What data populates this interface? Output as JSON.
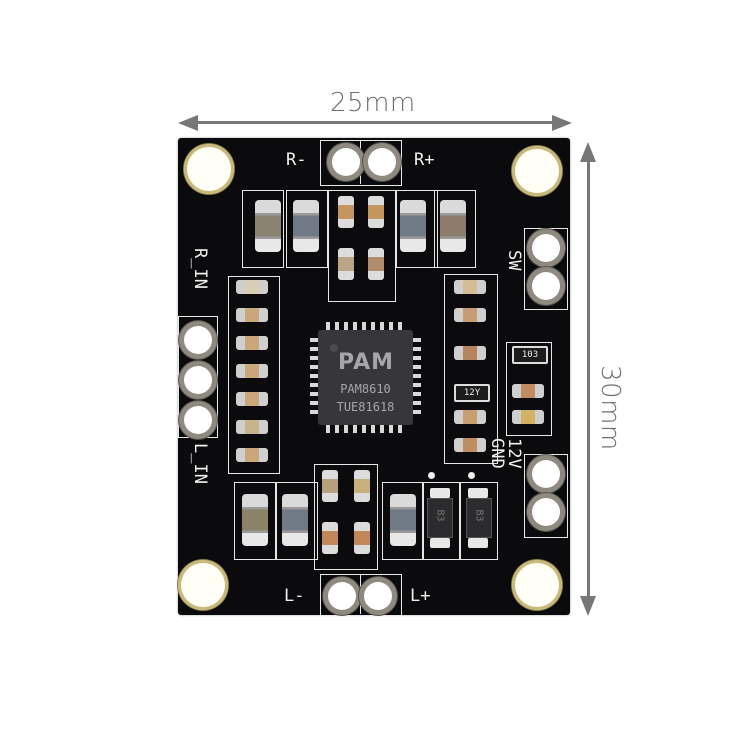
{
  "dimensions": {
    "width_label": "25mm",
    "height_label": "30mm",
    "arrow_color": "#777777"
  },
  "board": {
    "color": "#0b0b0d",
    "silkscreen_color": "#eeeeee",
    "labels": {
      "r_minus": "R-",
      "r_plus": "R+",
      "l_minus": "L-",
      "l_plus": "L+",
      "r_in": "R_IN",
      "l_in": "L_IN",
      "sw": "SW",
      "power": "12V GND"
    },
    "chip": {
      "logo": "PAM",
      "part_number": "PAM8610",
      "lot_code": "TUE81618"
    },
    "resistor_codes": [
      "103",
      "12Y"
    ],
    "diode_marking": [
      "B3",
      "B3"
    ]
  }
}
